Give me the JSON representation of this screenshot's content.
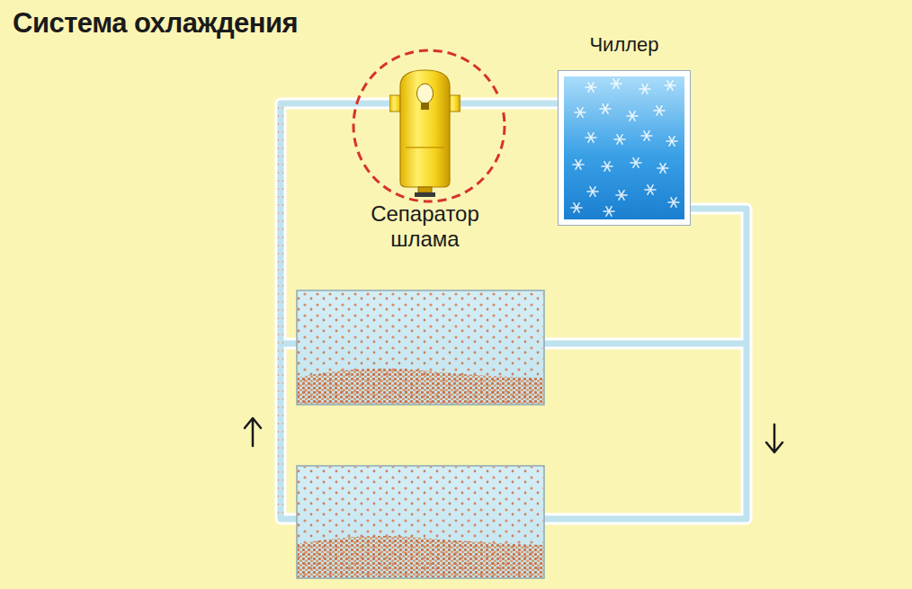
{
  "diagram": {
    "title": "Система охлаждения",
    "nodes": [
      {
        "text": [
          "Сепаратор шлама"
        ]
      },
      {
        "text": [
          "Чиллер"
        ]
      }
    ],
    "edges": [
      {
        "from": 0,
        "to": 1,
        "arrow": "none"
      }
    ]
  }
}
